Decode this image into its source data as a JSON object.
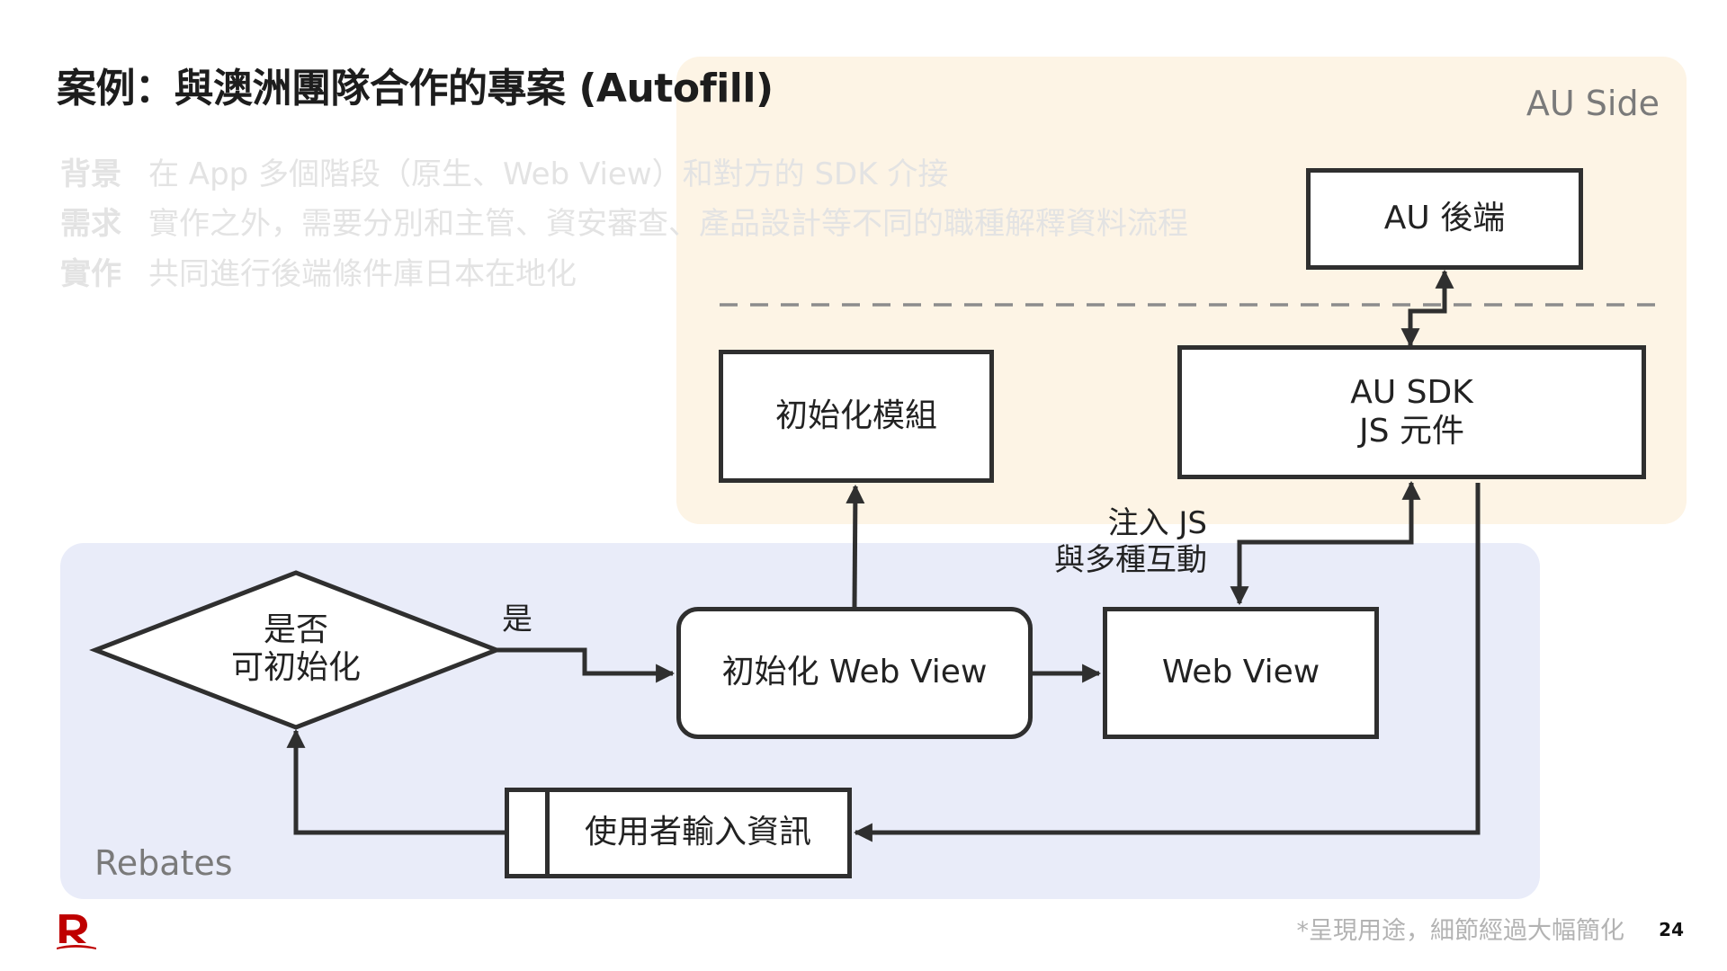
{
  "title": "案例：與澳洲團隊合作的專案 (Autofill)",
  "info": [
    {
      "label": "背景",
      "text": "在 App 多個階段（原生、Web View）和對方的 SDK 介接"
    },
    {
      "label": "需求",
      "text": "實作之外，需要分別和主管、資安審查、產品設計等不同的職種解釋資料流程"
    },
    {
      "label": "實作",
      "text": "共同進行後端條件庫日本在地化"
    }
  ],
  "regions": {
    "au_side": "AU Side",
    "rebates": "Rebates"
  },
  "nodes": {
    "au_backend": "AU 後端",
    "au_sdk_line1": "AU SDK",
    "au_sdk_line2": "JS 元件",
    "init_module": "初始化模組",
    "init_webview": "初始化 Web View",
    "webview": "Web View",
    "user_input": "使用者輸入資訊",
    "decision_line1": "是否",
    "decision_line2": "可初始化"
  },
  "edge_labels": {
    "yes": "是",
    "inject_line1": "注入 JS",
    "inject_line2": "與多種互動"
  },
  "footnote": "*呈現用途，細節經過大幅簡化",
  "page_number": "24",
  "colors": {
    "au_region": "#fdf4e5",
    "rebates_region": "#e9ecf9",
    "stroke": "#2f2f2f",
    "logo_red": "#bf0000"
  }
}
